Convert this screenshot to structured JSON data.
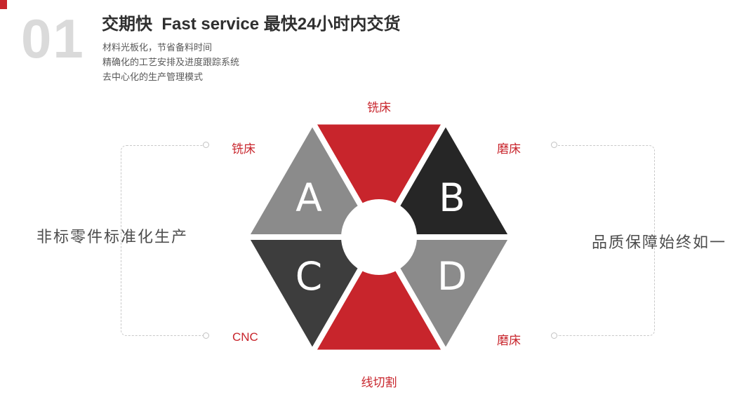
{
  "colors": {
    "accent_red": "#c8252c",
    "gray_segment": "#8b8b8b",
    "dark_segment": "#262626",
    "charcoal_segment": "#3d3d3d",
    "number_gray": "#dadada"
  },
  "header": {
    "number": "01",
    "title": "交期快  Fast service 最快24小时内交货",
    "bullets": [
      "材料光板化，节省备料时间",
      "精确化的工艺安排及进度跟踪系统",
      "去中心化的生产管理模式"
    ]
  },
  "diagram": {
    "segments": [
      {
        "position": "top",
        "letter": "",
        "color": "#c8252c",
        "label": "铣床"
      },
      {
        "position": "upper-left",
        "letter": "A",
        "color": "#8b8b8b",
        "label": "铣床"
      },
      {
        "position": "upper-right",
        "letter": "B",
        "color": "#262626",
        "label": "磨床"
      },
      {
        "position": "lower-left",
        "letter": "C",
        "color": "#3d3d3d",
        "label": "CNC"
      },
      {
        "position": "lower-right",
        "letter": "D",
        "color": "#8b8b8b",
        "label": "磨床"
      },
      {
        "position": "bottom",
        "letter": "",
        "color": "#c8252c",
        "label": "线切割"
      }
    ],
    "left_caption": "非标零件标准化生产",
    "right_caption": "品质保障始终如一"
  }
}
